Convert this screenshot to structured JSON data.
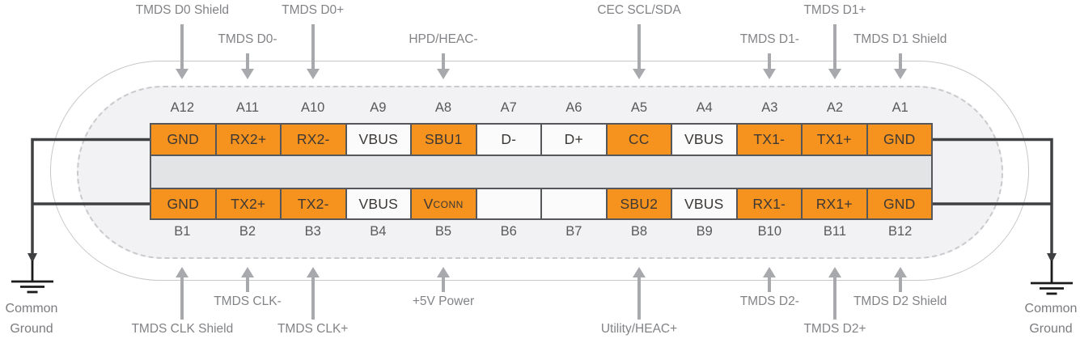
{
  "diagram": {
    "name": "USB Type-C connector pinout with HDMI Alt Mode signal mapping"
  },
  "colors": {
    "orange": "#f6921e",
    "cell_border": "#56575a",
    "cell_text": "#3b3835",
    "band": "#e3e4e6",
    "shell_fill": "#f2f2f4",
    "shell_stroke": "#c6c7c9",
    "arrow": "#a7a9ac",
    "annotation_text": "#828386",
    "pin_number_text": "#58595b",
    "wire": "#3f4042",
    "ground_symbol": "#1b1b1b",
    "ground_text": "#7b7c7f"
  },
  "connector": {
    "top_pins": [
      {
        "num": "A12",
        "label": "GND",
        "orange": true
      },
      {
        "num": "A11",
        "label": "RX2+",
        "orange": true
      },
      {
        "num": "A10",
        "label": "RX2-",
        "orange": true
      },
      {
        "num": "A9",
        "label": "VBUS",
        "orange": false
      },
      {
        "num": "A8",
        "label": "SBU1",
        "orange": true
      },
      {
        "num": "A7",
        "label": "D-",
        "orange": false
      },
      {
        "num": "A6",
        "label": "D+",
        "orange": false
      },
      {
        "num": "A5",
        "label": "CC",
        "orange": true
      },
      {
        "num": "A4",
        "label": "VBUS",
        "orange": false
      },
      {
        "num": "A3",
        "label": "TX1-",
        "orange": true
      },
      {
        "num": "A2",
        "label": "TX1+",
        "orange": true
      },
      {
        "num": "A1",
        "label": "GND",
        "orange": true
      }
    ],
    "bottom_pins": [
      {
        "num": "B1",
        "label": "GND",
        "orange": true
      },
      {
        "num": "B2",
        "label": "TX2+",
        "orange": true
      },
      {
        "num": "B3",
        "label": "TX2-",
        "orange": true
      },
      {
        "num": "B4",
        "label": "VBUS",
        "orange": false
      },
      {
        "num": "B5",
        "label": "V",
        "sub": "CONN",
        "orange": true
      },
      {
        "num": "B6",
        "label": "",
        "orange": false
      },
      {
        "num": "B7",
        "label": "",
        "orange": false
      },
      {
        "num": "B8",
        "label": "SBU2",
        "orange": true
      },
      {
        "num": "B9",
        "label": "VBUS",
        "orange": false
      },
      {
        "num": "B10",
        "label": "RX1-",
        "orange": true
      },
      {
        "num": "B11",
        "label": "RX1+",
        "orange": true
      },
      {
        "num": "B12",
        "label": "GND",
        "orange": true
      }
    ]
  },
  "top_annotations": [
    {
      "label": "TMDS D0 Shield",
      "column": 0,
      "level": 1
    },
    {
      "label": "TMDS D0-",
      "column": 1,
      "level": 2
    },
    {
      "label": "TMDS D0+",
      "column": 2,
      "level": 1
    },
    {
      "label": "HPD/HEAC-",
      "column": 4,
      "level": 2
    },
    {
      "label": "CEC SCL/SDA",
      "column": 7,
      "level": 1
    },
    {
      "label": "TMDS D1-",
      "column": 9,
      "level": 2
    },
    {
      "label": "TMDS D1+",
      "column": 10,
      "level": 1
    },
    {
      "label": "TMDS D1 Shield",
      "column": 11,
      "level": 2
    }
  ],
  "bottom_annotations": [
    {
      "label": "TMDS CLK Shield",
      "column": 0,
      "level": 2
    },
    {
      "label": "TMDS CLK-",
      "column": 1,
      "level": 1
    },
    {
      "label": "TMDS CLK+",
      "column": 2,
      "level": 2
    },
    {
      "label": "+5V Power",
      "column": 4,
      "level": 1
    },
    {
      "label": "Utility/HEAC+",
      "column": 7,
      "level": 2
    },
    {
      "label": "TMDS D2-",
      "column": 9,
      "level": 1
    },
    {
      "label": "TMDS D2+",
      "column": 10,
      "level": 2
    },
    {
      "label": "TMDS D2 Shield",
      "column": 11,
      "level": 1
    }
  ],
  "grounds": {
    "left": [
      "Common",
      "Ground"
    ],
    "right": [
      "Common",
      "Ground"
    ]
  }
}
